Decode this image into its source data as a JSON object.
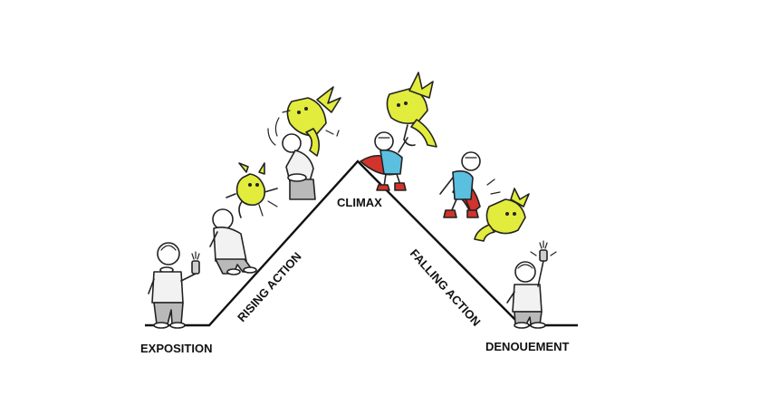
{
  "labels": {
    "exposition": "EXPOSITION",
    "rising_action": "RISING ACTION",
    "climax": "CLIMAX",
    "falling_action": "FALLING ACTION",
    "denouement": "DENOUEMENT"
  },
  "colors": {
    "line": "#111111",
    "dragon": "#e2ec3c",
    "hero_suit": "#5bbfe0",
    "cape": "#d0342c",
    "shirt": "#f2f2f2",
    "pants": "#b9b9b9"
  }
}
